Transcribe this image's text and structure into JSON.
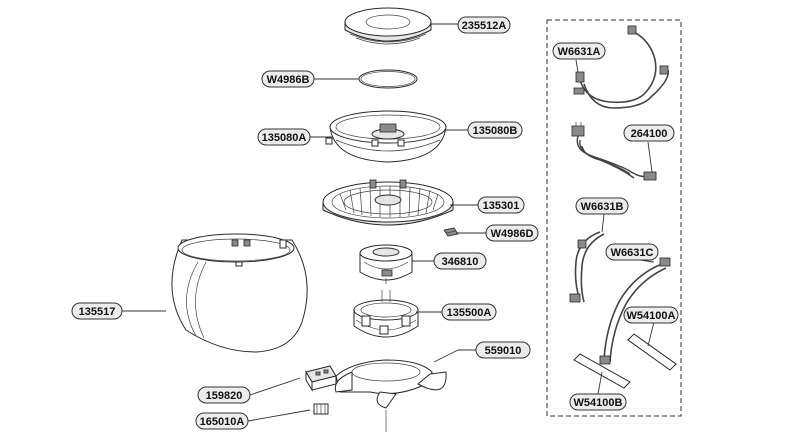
{
  "labels": {
    "p235512A": "235512A",
    "pW4986B": "W4986B",
    "p135080A": "135080A",
    "p135080B": "135080B",
    "p135301": "135301",
    "pW4986D": "W4986D",
    "p346810": "346810",
    "p135517": "135517",
    "p135500A": "135500A",
    "p559010": "559010",
    "p159820": "159820",
    "p165010A": "165010A",
    "pW6631A": "W6631A",
    "p264100": "264100",
    "pW6631B": "W6631B",
    "pW6631C": "W6631C",
    "pW54100A": "W54100A",
    "pW54100B": "W54100B"
  }
}
